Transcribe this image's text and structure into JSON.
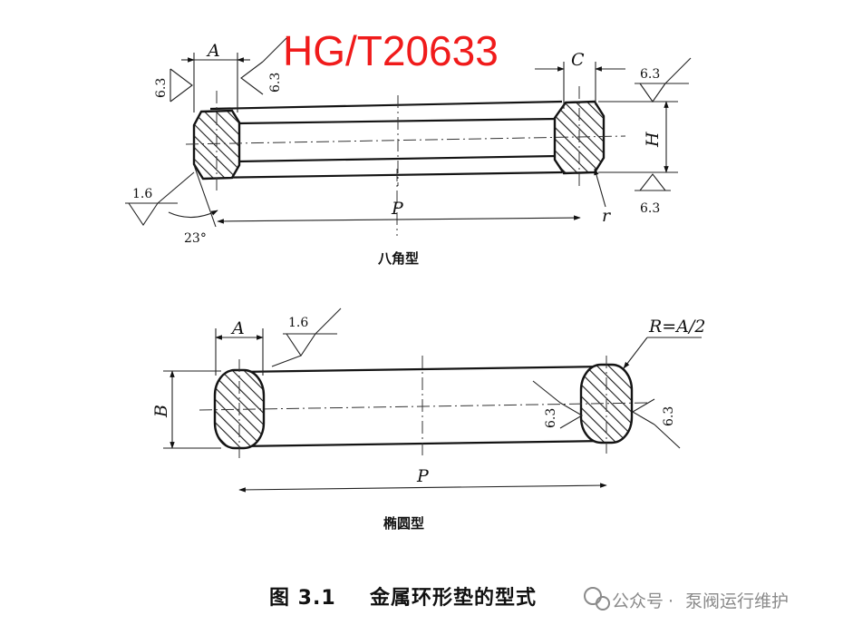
{
  "standard_code": "HG/T20633",
  "octagonal": {
    "caption": "八角型",
    "dims": {
      "A": "A",
      "C": "C",
      "H": "H",
      "P": "P",
      "r": "r"
    },
    "angle": "23°",
    "roughness": [
      "6.3",
      "6.3",
      "6.3",
      "6.3",
      "1.6"
    ]
  },
  "oval": {
    "caption": "椭圆型",
    "dims": {
      "A": "A",
      "B": "B",
      "P": "P"
    },
    "radius_note": "R=A/2",
    "roughness": [
      "1.6",
      "6.3",
      "6.3"
    ]
  },
  "figure": {
    "number": "图 3.1",
    "title": "金属环形垫的型式"
  },
  "watermark": {
    "sep": "·",
    "text1": "公众号",
    "text2": "泵阀运行维护"
  }
}
